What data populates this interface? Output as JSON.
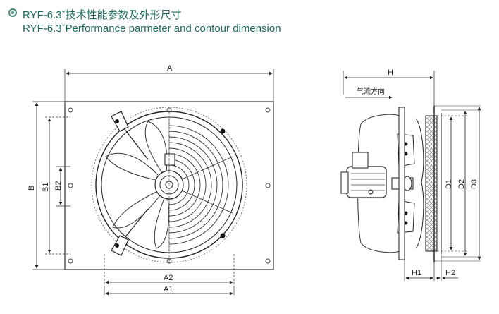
{
  "header": {
    "title_cn": "RYF-6.3ˇ技术性能参数及外形尺寸",
    "title_en": "RYF-6.3ˇPerformance parmeter and contour dimension"
  },
  "front_view": {
    "labels": {
      "A": "A",
      "B": "B",
      "B1": "B1",
      "B2": "B2",
      "A1": "A1",
      "A2": "A2"
    }
  },
  "side_view": {
    "labels": {
      "H": "H",
      "H1": "H1",
      "H2": "H2",
      "D1": "D1",
      "D2": "D2",
      "D3": "D3"
    },
    "airflow": "气流方向"
  }
}
